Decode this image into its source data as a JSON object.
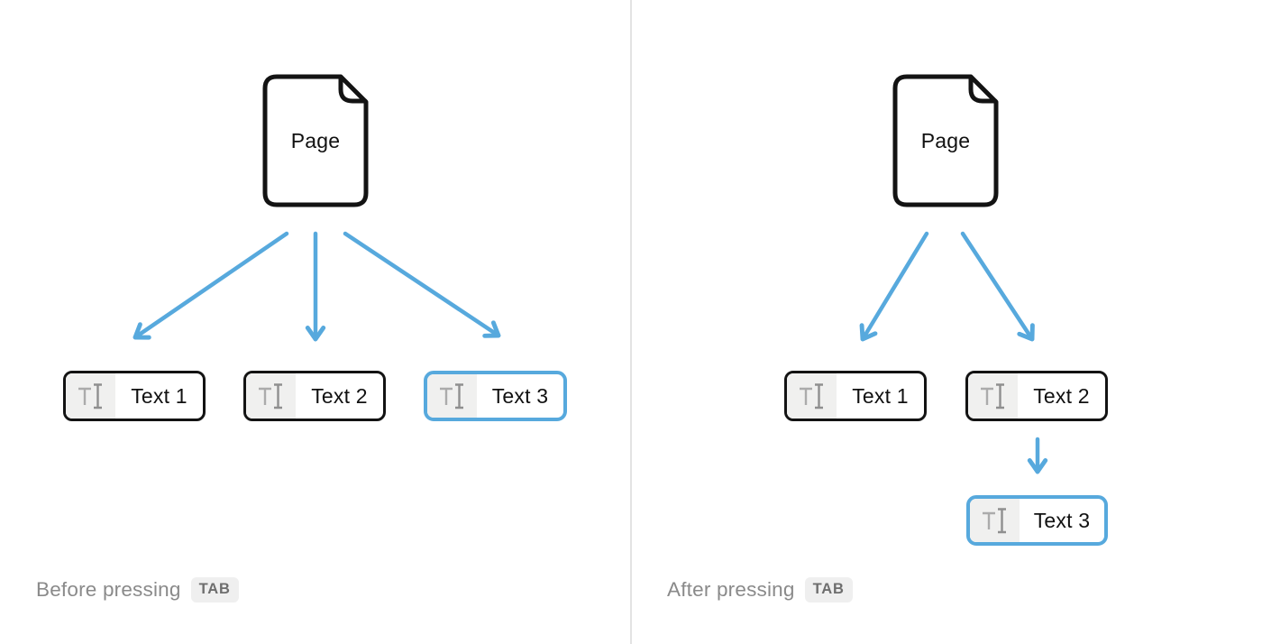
{
  "colors": {
    "accent_blue": "#57A9DD",
    "block_border": "#131313",
    "divider": "#E3E3E3",
    "icon_area_bg": "#F0F0EF",
    "icon_gray": "#9C9C9C",
    "label_text": "#111111",
    "caption_text": "#8A8A8A",
    "key_bg": "#EFEFEF",
    "key_text": "#6E6E6E"
  },
  "panels": {
    "before": {
      "page_label": "Page",
      "blocks": [
        {
          "label": "Text 1",
          "highlighted": false
        },
        {
          "label": "Text 2",
          "highlighted": false
        },
        {
          "label": "Text 3",
          "highlighted": true
        }
      ],
      "caption": "Before pressing",
      "key": "TAB"
    },
    "after": {
      "page_label": "Page",
      "blocks": [
        {
          "label": "Text 1",
          "highlighted": false
        },
        {
          "label": "Text 2",
          "highlighted": false
        },
        {
          "label": "Text 3",
          "highlighted": true
        }
      ],
      "caption": "After pressing",
      "key": "TAB"
    }
  }
}
